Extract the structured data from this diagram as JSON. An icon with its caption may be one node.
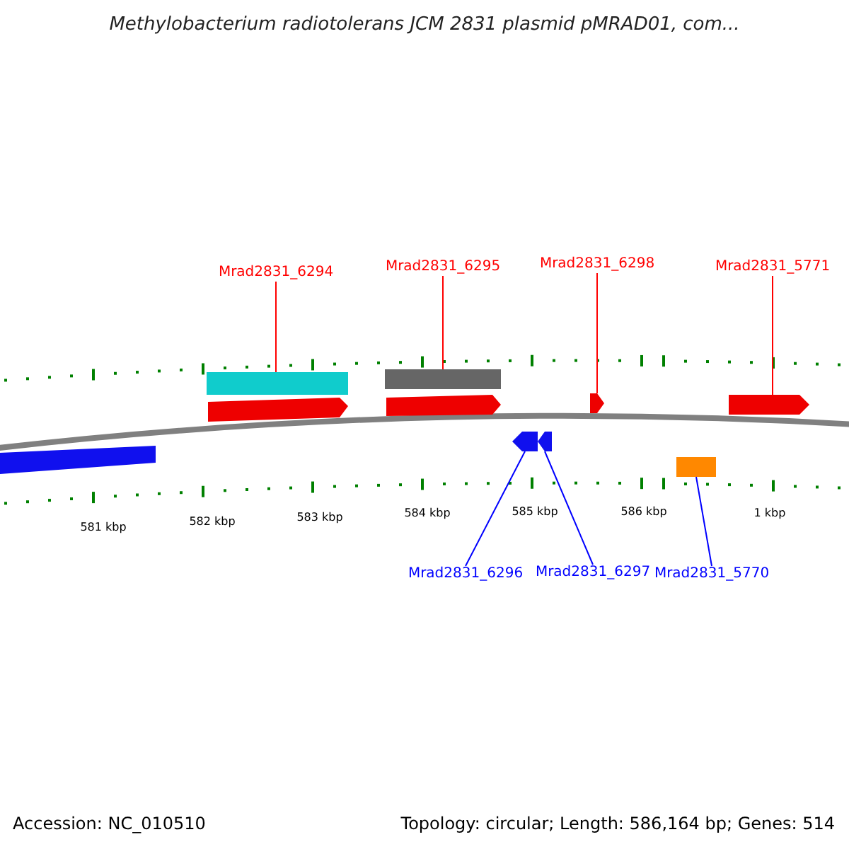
{
  "diagram": {
    "title": "Methylobacterium radiotolerans JCM 2831 plasmid pMRAD01, com...",
    "nodes": [
      {
        "text": [
          "Mrad2831_6294"
        ]
      },
      {
        "text": [
          "Mrad2831_6295"
        ]
      },
      {
        "text": [
          "Mrad2831_6298"
        ]
      },
      {
        "text": [
          "Mrad2831_5771"
        ]
      },
      {
        "text": [],
        "shape": "bar"
      },
      {
        "text": [],
        "shape": "bar"
      },
      {
        "text": [],
        "shape": "pentagon"
      },
      {
        "text": [],
        "shape": "pentagon"
      },
      {
        "text": [],
        "shape": "pentagon"
      },
      {
        "text": [],
        "shape": "pentagon"
      },
      {
        "text": [],
        "shape": "bar"
      },
      {
        "text": [
          "Mrad2831_6296"
        ]
      },
      {
        "text": [
          "Mrad2831_6297"
        ]
      },
      {
        "text": [
          "Mrad2831_5770"
        ]
      },
      {
        "text": [],
        "shape": "pentagon"
      },
      {
        "text": [],
        "shape": "pentagon"
      },
      {
        "text": [],
        "shape": "bar"
      }
    ],
    "edges": [
      {
        "from": 0,
        "to": 4,
        "arrow": "none"
      },
      {
        "from": 1,
        "to": 5,
        "arrow": "none"
      },
      {
        "from": 2,
        "to": 6,
        "arrow": "none"
      },
      {
        "from": 3,
        "to": 7,
        "arrow": "none"
      },
      {
        "from": 11,
        "to": 8,
        "arrow": "none",
        "color": "#0000ff"
      },
      {
        "from": 12,
        "to": 9,
        "arrow": "none",
        "color": "#0000ff"
      },
      {
        "from": 13,
        "to": 10,
        "arrow": "none",
        "color": "#0000ff"
      }
    ],
    "labels": [
      "581 kbp",
      "582 kbp",
      "583 kbp",
      "584 kbp",
      "585 kbp",
      "586 kbp",
      "1 kbp",
      "Accession: NC_010510",
      "Topology: circular; Length: 586,164 bp; Genes: 514"
    ]
  }
}
